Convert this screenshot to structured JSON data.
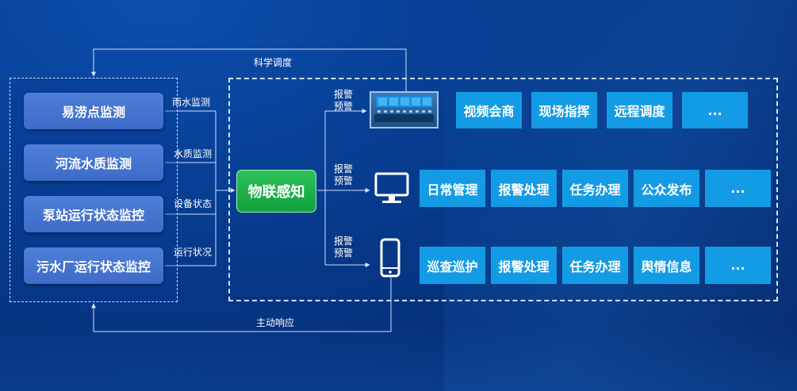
{
  "sources": [
    "易涝点监测",
    "河流水质监测",
    "泵站运行状态监控",
    "污水厂运行状态监控"
  ],
  "channel_labels": [
    "雨水监测",
    "水质监测",
    "设备状态",
    "运行状况"
  ],
  "hub": "物联感知",
  "alarm_label": "报警\n预警",
  "top_loop_label": "科学调度",
  "bottom_loop_label": "主动响应",
  "row1": [
    "视频会商",
    "现场指挥",
    "远程调度",
    "..."
  ],
  "row2": [
    "日常管理",
    "报警处理",
    "任务办理",
    "公众发布",
    "..."
  ],
  "row3": [
    "巡查巡护",
    "报警处理",
    "任务办理",
    "舆情信息",
    "..."
  ],
  "icons": {
    "row1": "control-room-image",
    "row2": "monitor-icon",
    "row3": "mobile-phone-icon"
  }
}
